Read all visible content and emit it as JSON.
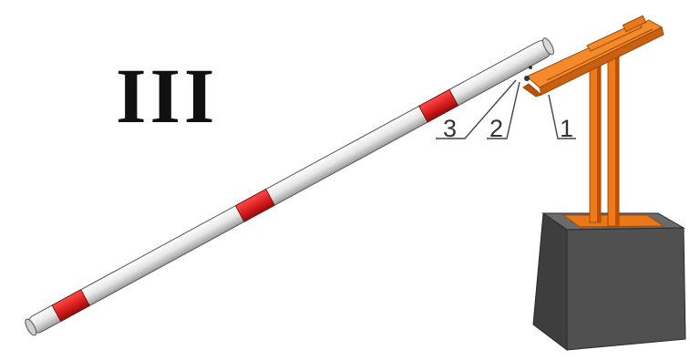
{
  "figure": {
    "view_label": "III",
    "callouts": [
      "3",
      "2",
      "1"
    ]
  },
  "colors": {
    "pole_white": "#e9e9e9",
    "pole_shadow": "#a8a8a8",
    "pole_stripe_red": "#d41a1a",
    "bracket_orange": "#f07a18",
    "bracket_dark": "#b8520a",
    "base_dark": "#4a4a4a",
    "base_top": "#6a6a6a"
  }
}
